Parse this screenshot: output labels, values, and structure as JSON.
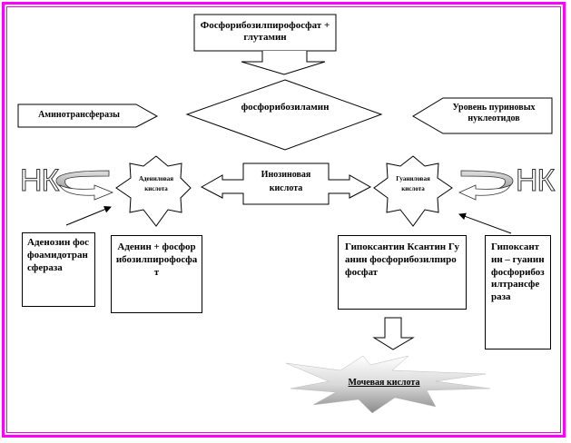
{
  "diagram": {
    "title_box": "Фосфорибозилпирофосфат + глутамин",
    "diamond": "фосфорибозиламин",
    "left_pointer": "Аминотрансферазы",
    "right_pointer": "Уровень пуриновых нуклеотидов",
    "nk_left": "НК",
    "nk_right": "НК",
    "star_left": "Адениловая кислота",
    "star_right": "Гуаниловая кислота",
    "center_arrow": "Инозиновая кислота",
    "box_adenosine": "Аденозин фосфоамидотрансфераза",
    "box_adenine": "Аденин + фосфорибозилпирофосфат",
    "box_hypoxanthine": "Гипоксантин Ксантин Гуанин фосфорибозилпирофосфат",
    "box_hgprt": "Гипоксантин – гуанинфосфорибозилтрансфераза",
    "burst": "Мочевая кислота"
  },
  "colors": {
    "frame": "#ff00ff",
    "arrow_fill": "#c0c0c0"
  }
}
